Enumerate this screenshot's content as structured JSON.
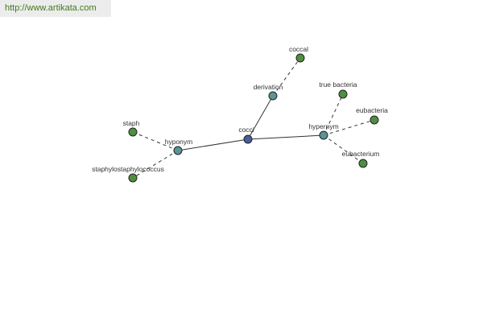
{
  "header": {
    "url": "http://www.artikata.com"
  },
  "colors": {
    "center": "#4a5e9c",
    "relation": "#5a9494",
    "leaf": "#4f8f3f",
    "url_text": "#3f7a1c"
  },
  "graph": {
    "center": {
      "label": "cocci"
    },
    "relations": [
      {
        "key": "derivation",
        "label": "derivation"
      },
      {
        "key": "hyponym",
        "label": "hyponym"
      },
      {
        "key": "hypernym",
        "label": "hypernym"
      }
    ],
    "leaves": [
      {
        "key": "coccal",
        "label": "coccal",
        "relation": "derivation"
      },
      {
        "key": "staph",
        "label": "staph",
        "relation": "hyponym"
      },
      {
        "key": "staphylostaphylococcus",
        "label": "staphylostaphylococcus",
        "relation": "hyponym"
      },
      {
        "key": "true-bacteria",
        "label": "true bacteria",
        "relation": "hypernym"
      },
      {
        "key": "eubacteria",
        "label": "eubacteria",
        "relation": "hypernym"
      },
      {
        "key": "eubacterium",
        "label": "eubacterium",
        "relation": "hypernym"
      }
    ]
  }
}
